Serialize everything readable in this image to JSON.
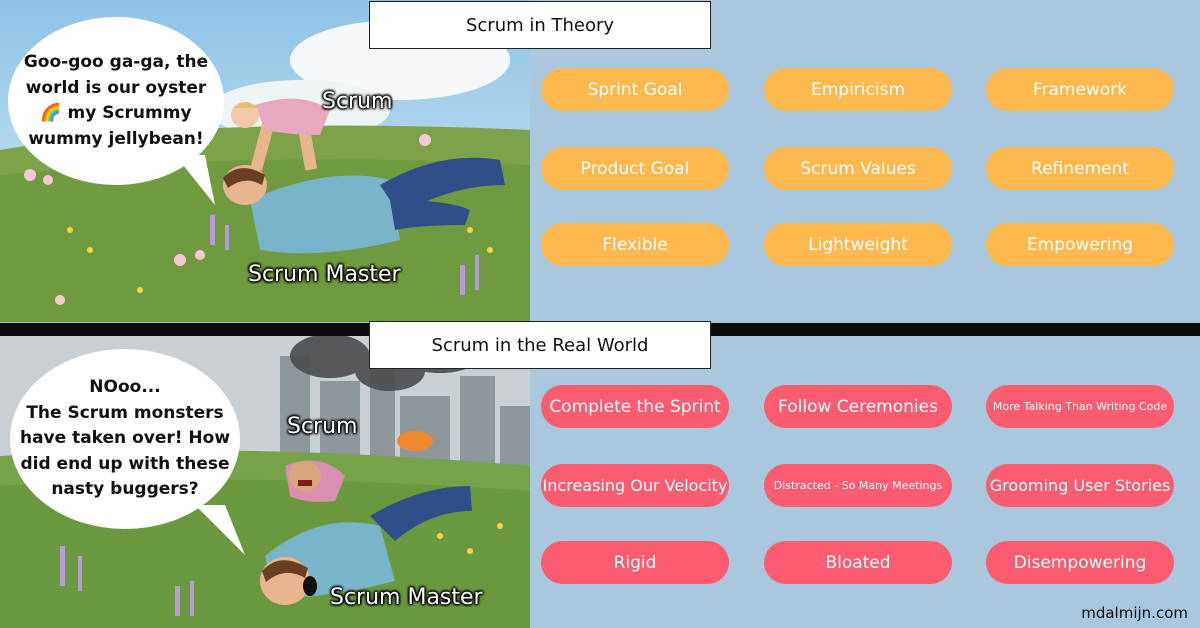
{
  "sections": {
    "theory": {
      "title": "Scrum in Theory",
      "bubble": [
        "Goo-goo ga-ga, the",
        "world is our oyster",
        "🌈 my Scrummy",
        "wummy jellybean!"
      ],
      "label_baby": "Scrum",
      "label_parent": "Scrum Master",
      "pills": [
        "Sprint Goal",
        "Empiricism",
        "Framework",
        "Product Goal",
        "Scrum Values",
        "Refinement",
        "Flexible",
        "Lightweight",
        "Empowering"
      ]
    },
    "real": {
      "title": "Scrum in the Real World",
      "bubble": [
        "NOoo...",
        "The Scrum monsters",
        "have taken over! How",
        "did end up with these",
        "nasty buggers?"
      ],
      "label_baby": "Scrum",
      "label_parent": "Scrum Master",
      "pills": [
        "Complete the Sprint",
        "Follow Ceremonies",
        "More Talking Than Writing Code",
        "Increasing Our Velocity",
        "Distracted - So Many Meetings",
        "Grooming User Stories",
        "Rigid",
        "Bloated",
        "Disempowering"
      ]
    }
  },
  "credit": "mdalmijn.com",
  "colors": {
    "background": "#a9c8de",
    "theory_pill": "#fdb94f",
    "real_pill": "#fb5c70"
  }
}
